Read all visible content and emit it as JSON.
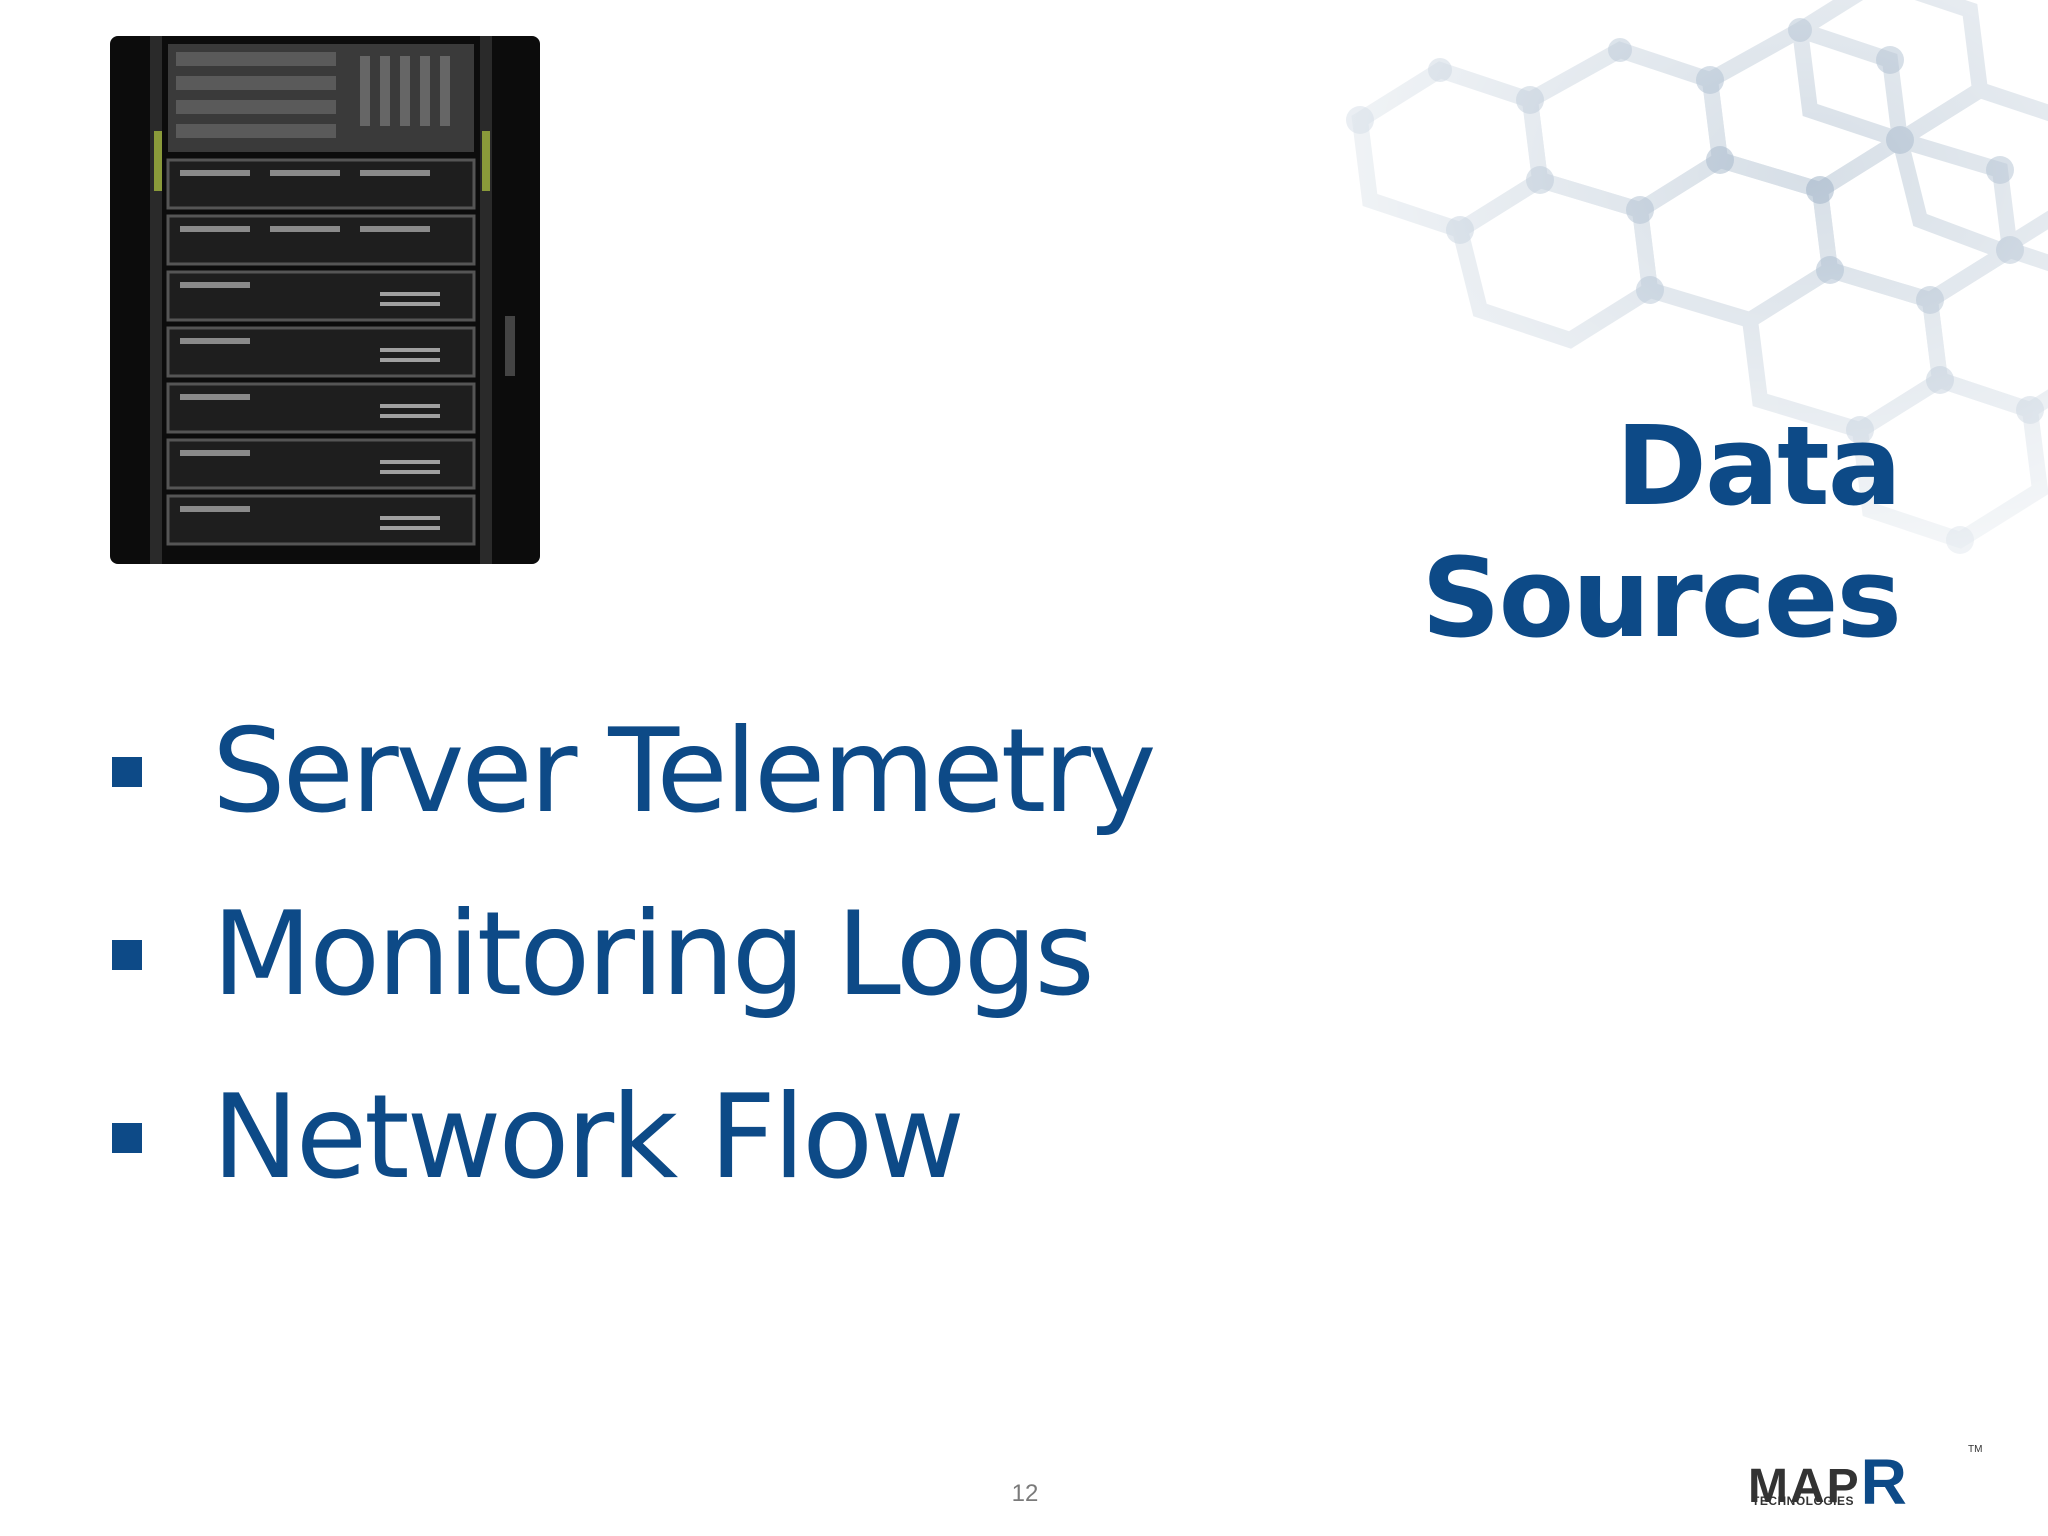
{
  "slide": {
    "title": "Data Sources",
    "bullets": [
      "Server Telemetry",
      "Monitoring Logs",
      "Network Flow"
    ],
    "page_number": "12"
  },
  "logo": {
    "main": "MAP",
    "accent": "R",
    "trademark": "TM",
    "subtitle": "TECHNOLOGIES"
  },
  "image": {
    "subject": "server-rack"
  },
  "colors": {
    "title": "#0d4a87",
    "bullet": "#0d4a87",
    "logo_dark": "#333333",
    "logo_accent": "#0d4a87",
    "background": "#ffffff"
  }
}
